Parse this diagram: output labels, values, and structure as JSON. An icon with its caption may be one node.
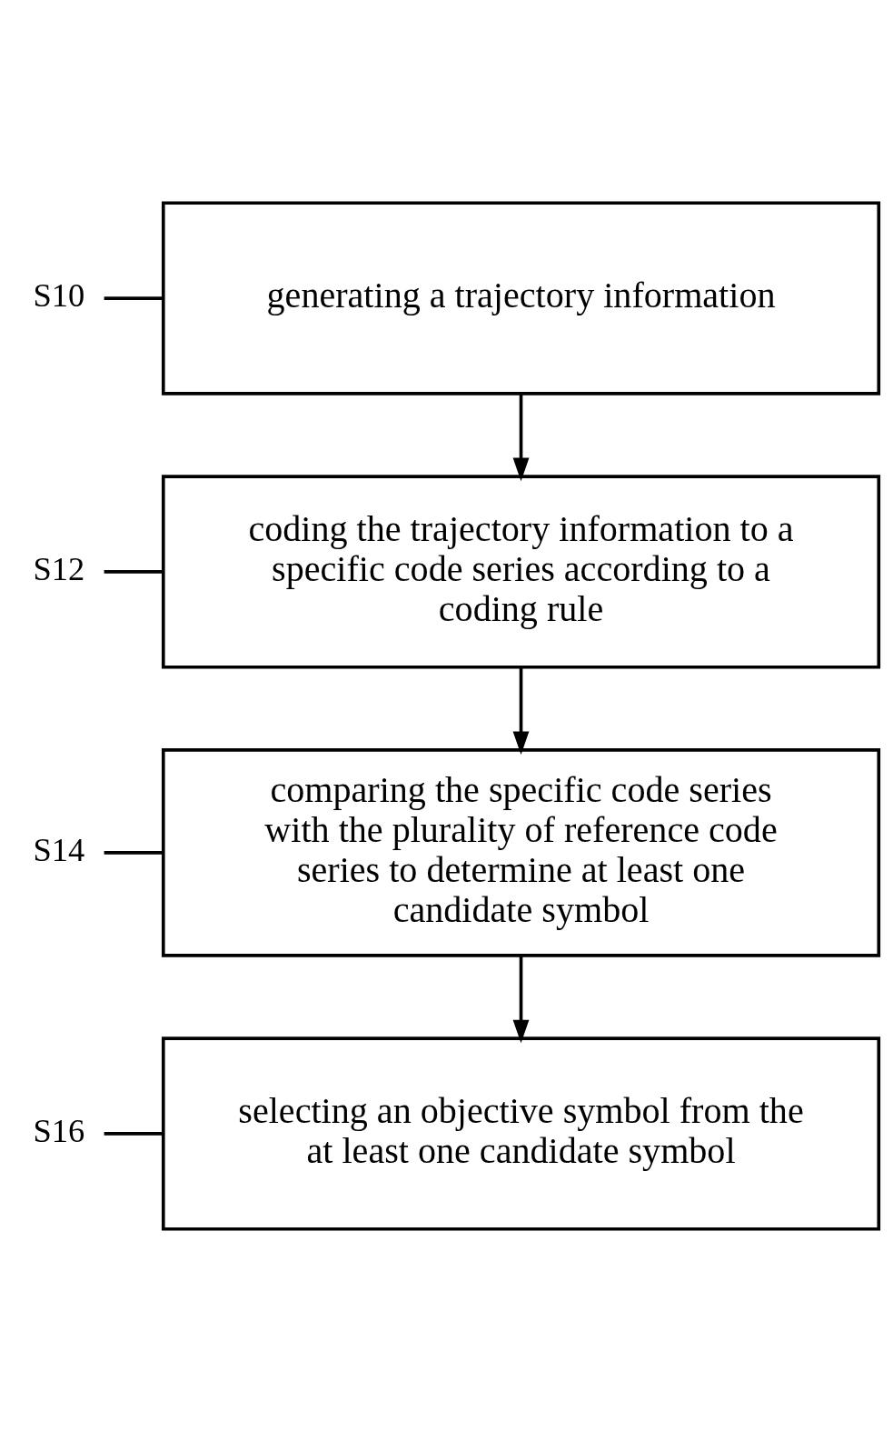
{
  "diagram": {
    "nodes": [
      {
        "text": [
          "generating a trajectory information"
        ]
      },
      {
        "text": [
          "coding the trajectory information to a specific code series according to a coding rule"
        ]
      },
      {
        "text": [
          "comparing the specific code series with the plurality of reference code series to determine at least one candidate symbol"
        ]
      },
      {
        "text": [
          "selecting an objective symbol from the at least one candidate symbol"
        ]
      },
      {
        "text": [
          "S10"
        ]
      },
      {
        "text": [
          "S12"
        ]
      },
      {
        "text": [
          "S14"
        ]
      },
      {
        "text": [
          "S16"
        ]
      }
    ],
    "edges": [
      {
        "from": 0,
        "to": 1,
        "arrow": "to"
      },
      {
        "from": 1,
        "to": 2,
        "arrow": "to"
      },
      {
        "from": 2,
        "to": 3,
        "arrow": "to"
      },
      {
        "from": 4,
        "to": 0,
        "arrow": "none"
      },
      {
        "from": 5,
        "to": 1,
        "arrow": "none"
      },
      {
        "from": 6,
        "to": 2,
        "arrow": "none"
      },
      {
        "from": 7,
        "to": 3,
        "arrow": "none"
      }
    ]
  }
}
